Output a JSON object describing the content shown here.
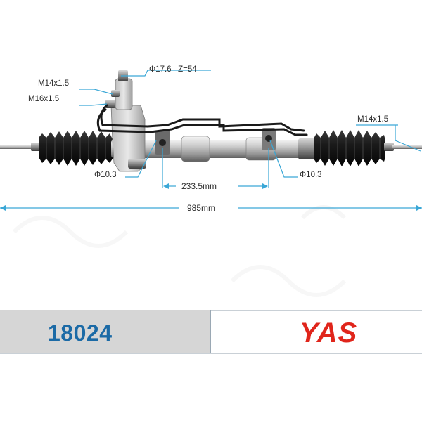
{
  "labels": {
    "inlet_fitting_upper": "M14x1.5",
    "inlet_fitting_lower": "M16x1.5",
    "pinion_spec": "Φ17.6   Z=54",
    "tie_rod_thread": "M14x1.5",
    "mount_hole_left": "Φ10.3",
    "mount_hole_right": "Φ10.3",
    "mount_spacing": "233.5mm",
    "overall_length": "985mm"
  },
  "product": {
    "code": "18024",
    "brand": "YAS"
  },
  "colors": {
    "dimension_line": "#3aa7d6",
    "code_text": "#1b6aa6",
    "brand_text": "#e0251b",
    "code_box_bg": "#d6d6d6"
  }
}
